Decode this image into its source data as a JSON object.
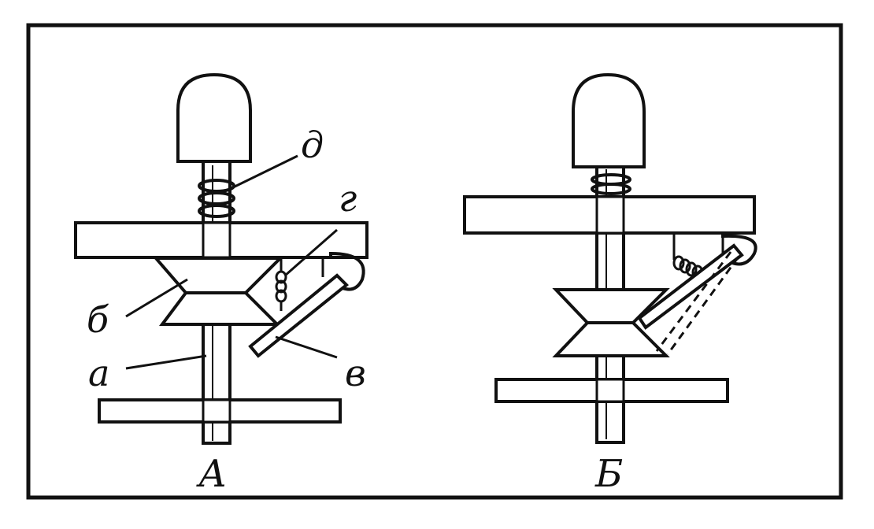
{
  "figure": {
    "panels": [
      {
        "caption": "А"
      },
      {
        "caption": "Б"
      }
    ],
    "labels": {
      "a": "а",
      "b": "б",
      "v": "в",
      "g": "г",
      "d": "д"
    }
  },
  "colors": {
    "ink": "#111111",
    "paper": "#ffffff"
  }
}
